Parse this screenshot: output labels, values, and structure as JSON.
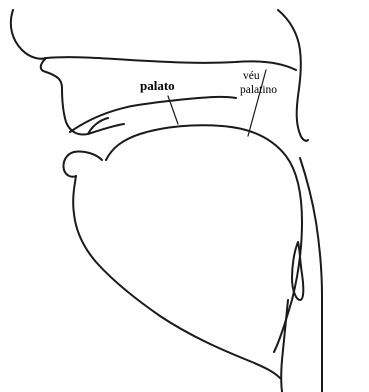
{
  "labels": {
    "palato": "palato",
    "veu_line1": "véu",
    "veu_line2": "palatino"
  }
}
